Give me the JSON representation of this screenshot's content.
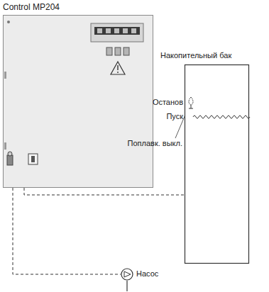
{
  "diagram": {
    "nodes": [
      {
        "text": [
          "Control MP204"
        ]
      },
      {
        "text": [
          "Накопительный бак"
        ]
      },
      {
        "text": [
          "Поплавк. выкл."
        ],
        "in": 1
      },
      {
        "text": [
          "Насос"
        ]
      }
    ],
    "edges": [
      {
        "from": 0,
        "to": 3,
        "arrow": "none"
      },
      {
        "from": 0,
        "to": 2,
        "arrow": "none"
      }
    ],
    "labels": [
      "Останов",
      "Пуск"
    ]
  }
}
